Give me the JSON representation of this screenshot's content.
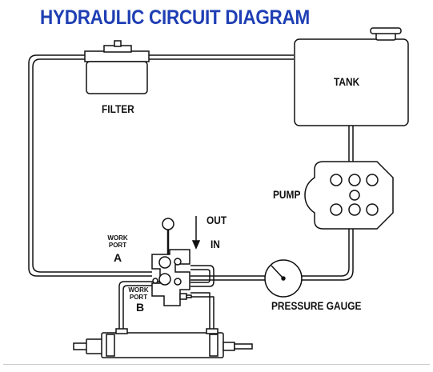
{
  "title": "HYDRAULIC CIRCUIT DIAGRAM",
  "labels": {
    "filter": "FILTER",
    "tank": "TANK",
    "pump": "PUMP",
    "pressure_gauge": "PRESSURE GAUGE",
    "out": "OUT",
    "in": "IN",
    "work_port_a_line1": "WORK",
    "work_port_a_line2": "PORT",
    "port_a": "A",
    "work_port_b_line1": "WORK",
    "work_port_b_line2": "PORT",
    "port_b": "B"
  },
  "colors": {
    "title": "#1f3fb4",
    "line": "#111111",
    "component_fill": "#ffffff"
  },
  "icons": {
    "flow_direction": "arrow-down-icon"
  }
}
